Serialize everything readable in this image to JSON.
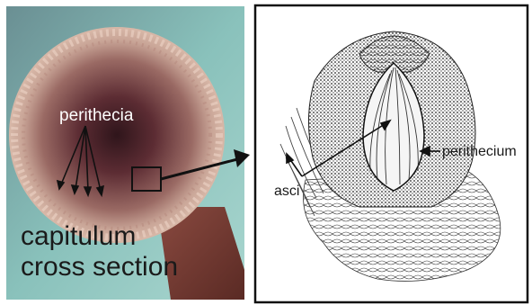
{
  "labels": {
    "perithecia": "perithecia",
    "capitulum": "capitulum",
    "cross_section": "cross section",
    "asci": "asci",
    "perithecium": "perithecium"
  },
  "colors": {
    "photo_background": "#7fb6b0",
    "capitulum_rim": "#c79f8e",
    "capitulum_center": "#3a1c22",
    "stalk": "#7a3b32",
    "drawing_frame": "#111111",
    "drawing_ink": "#222222"
  }
}
